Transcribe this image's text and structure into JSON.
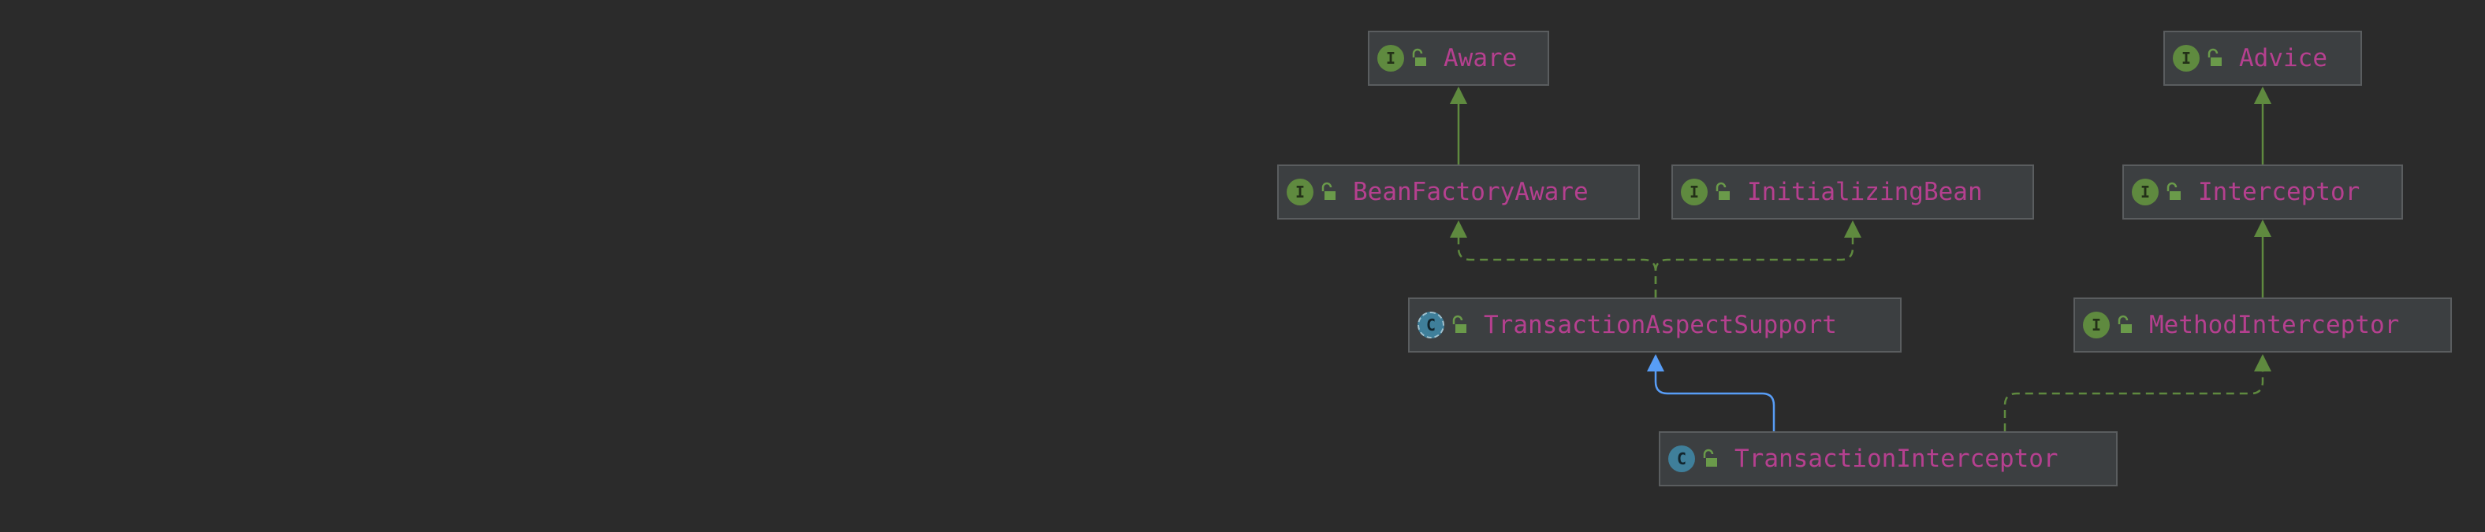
{
  "colors": {
    "background": "#2b2b2b",
    "node_fill": "#3c3f41",
    "node_border": "#5a5d5f",
    "class_name": "#b5408f",
    "interface_badge": "#5f8a3f",
    "class_badge": "#3f7f9a",
    "implements_edge": "#5f8a3f",
    "extends_edge": "#589df6"
  },
  "diagram": {
    "nodes": [
      {
        "id": "aware",
        "name": "Aware",
        "kind": "interface",
        "badge": "I"
      },
      {
        "id": "advice",
        "name": "Advice",
        "kind": "interface",
        "badge": "I"
      },
      {
        "id": "bean-factory-aware",
        "name": "BeanFactoryAware",
        "kind": "interface",
        "badge": "I"
      },
      {
        "id": "initializing-bean",
        "name": "InitializingBean",
        "kind": "interface",
        "badge": "I"
      },
      {
        "id": "interceptor",
        "name": "Interceptor",
        "kind": "interface",
        "badge": "I"
      },
      {
        "id": "transaction-aspect-support",
        "name": "TransactionAspectSupport",
        "kind": "abstract-class",
        "badge": "C"
      },
      {
        "id": "method-interceptor",
        "name": "MethodInterceptor",
        "kind": "interface",
        "badge": "I"
      },
      {
        "id": "transaction-interceptor",
        "name": "TransactionInterceptor",
        "kind": "class",
        "badge": "C"
      }
    ],
    "edges": [
      {
        "from": "bean-factory-aware",
        "to": "aware",
        "type": "interface-extends"
      },
      {
        "from": "interceptor",
        "to": "advice",
        "type": "interface-extends"
      },
      {
        "from": "method-interceptor",
        "to": "interceptor",
        "type": "interface-extends"
      },
      {
        "from": "transaction-aspect-support",
        "to": "bean-factory-aware",
        "type": "implements"
      },
      {
        "from": "transaction-aspect-support",
        "to": "initializing-bean",
        "type": "implements"
      },
      {
        "from": "transaction-interceptor",
        "to": "transaction-aspect-support",
        "type": "extends"
      },
      {
        "from": "transaction-interceptor",
        "to": "method-interceptor",
        "type": "implements"
      }
    ]
  }
}
